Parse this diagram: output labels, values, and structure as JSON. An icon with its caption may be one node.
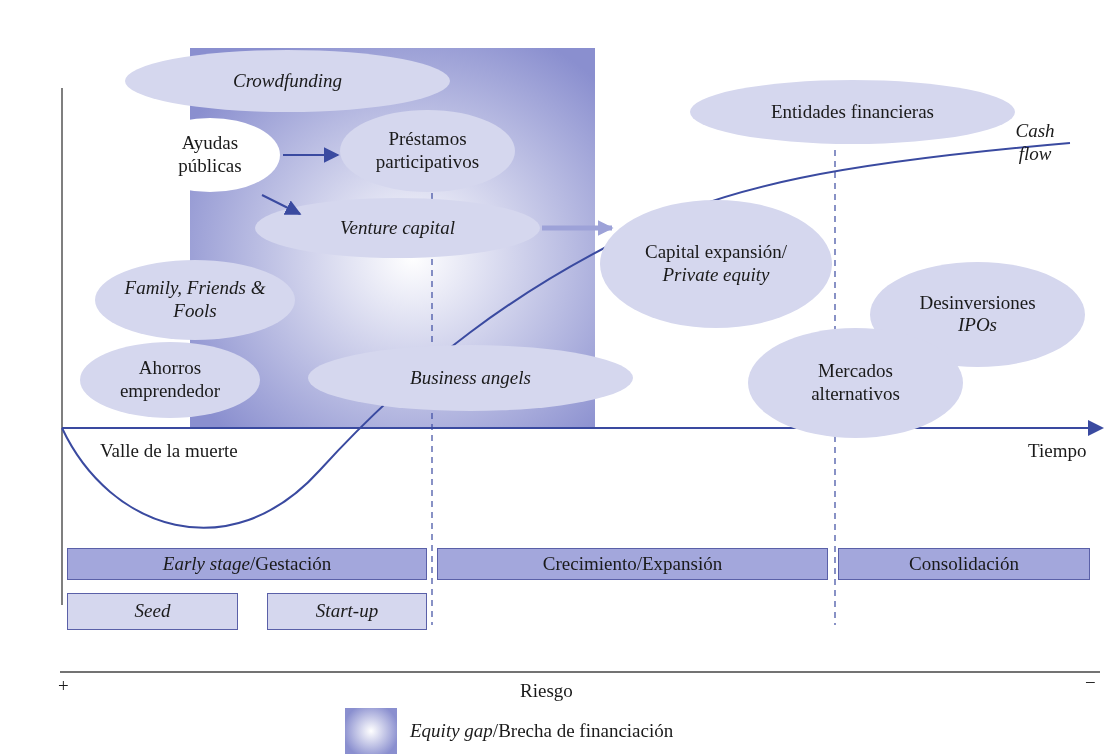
{
  "diagram": {
    "nodes": [
      {
        "text": [
          "Crowdfunding"
        ]
      },
      {
        "text": [
          "Ayudas públicas"
        ]
      },
      {
        "text": [
          "Préstamos participativos"
        ]
      },
      {
        "text": [
          "Venture capital"
        ]
      },
      {
        "text": [
          "Family, Friends & Fools"
        ]
      },
      {
        "text": [
          "Ahorros emprendedor"
        ]
      },
      {
        "text": [
          "Business angels"
        ]
      },
      {
        "text": [
          "Entidades financieras"
        ]
      },
      {
        "text": [
          "Capital expansión/ *Private equity*"
        ]
      },
      {
        "text": [
          "Desinversiones *IPOs*"
        ]
      },
      {
        "text": [
          "Mercados alternativos"
        ]
      },
      {
        "text": [
          "*Early stage*/Gestación"
        ]
      },
      {
        "text": [
          "Crecimiento/Expansión"
        ]
      },
      {
        "text": [
          "Consolidación"
        ]
      },
      {
        "text": [
          "Seed"
        ]
      },
      {
        "text": [
          "Start-up"
        ]
      }
    ],
    "edges": [
      {
        "from": 1,
        "to": 2,
        "arrow": "to"
      },
      {
        "from": 1,
        "to": 3,
        "arrow": "to"
      },
      {
        "from": 3,
        "to": 8,
        "arrow": "to",
        "style": "thick",
        "color": "#9da2d8"
      }
    ],
    "labels": [
      "Cash flow",
      "Valle de la muerte",
      "Tiempo",
      "+",
      "Riesgo",
      "−"
    ],
    "legend": [
      {
        "text": "*Equity gap*/Brecha de financiación",
        "color": "#8a8fcf"
      }
    ]
  }
}
